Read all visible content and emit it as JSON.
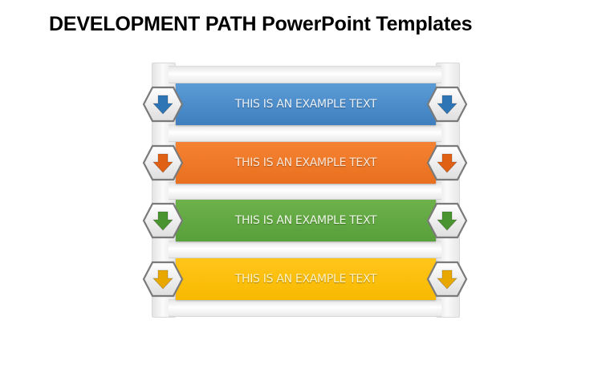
{
  "title": "DEVELOPMENT PATH PowerPoint Templates",
  "rows": [
    {
      "label": "THIS IS AN EXAMPLE TEXT",
      "color": "#5b9bd5",
      "color_dark": "#3f7fbf",
      "text_color": "#e8f1fb",
      "arrow_color": "#2e75b6",
      "icon": "arrow-down-icon"
    },
    {
      "label": "THIS IS AN EXAMPLE TEXT",
      "color": "#f58232",
      "color_dark": "#e8701f",
      "text_color": "#fde6d4",
      "arrow_color": "#e06014",
      "icon": "arrow-down-icon"
    },
    {
      "label": "THIS IS AN EXAMPLE TEXT",
      "color": "#6db14b",
      "color_dark": "#58a03a",
      "text_color": "#eef8e6",
      "arrow_color": "#4a9430",
      "icon": "arrow-down-icon"
    },
    {
      "label": "THIS IS AN EXAMPLE TEXT",
      "color": "#ffc51a",
      "color_dark": "#f7b900",
      "text_color": "#fff3c4",
      "arrow_color": "#e9a800",
      "icon": "arrow-down-icon"
    }
  ]
}
